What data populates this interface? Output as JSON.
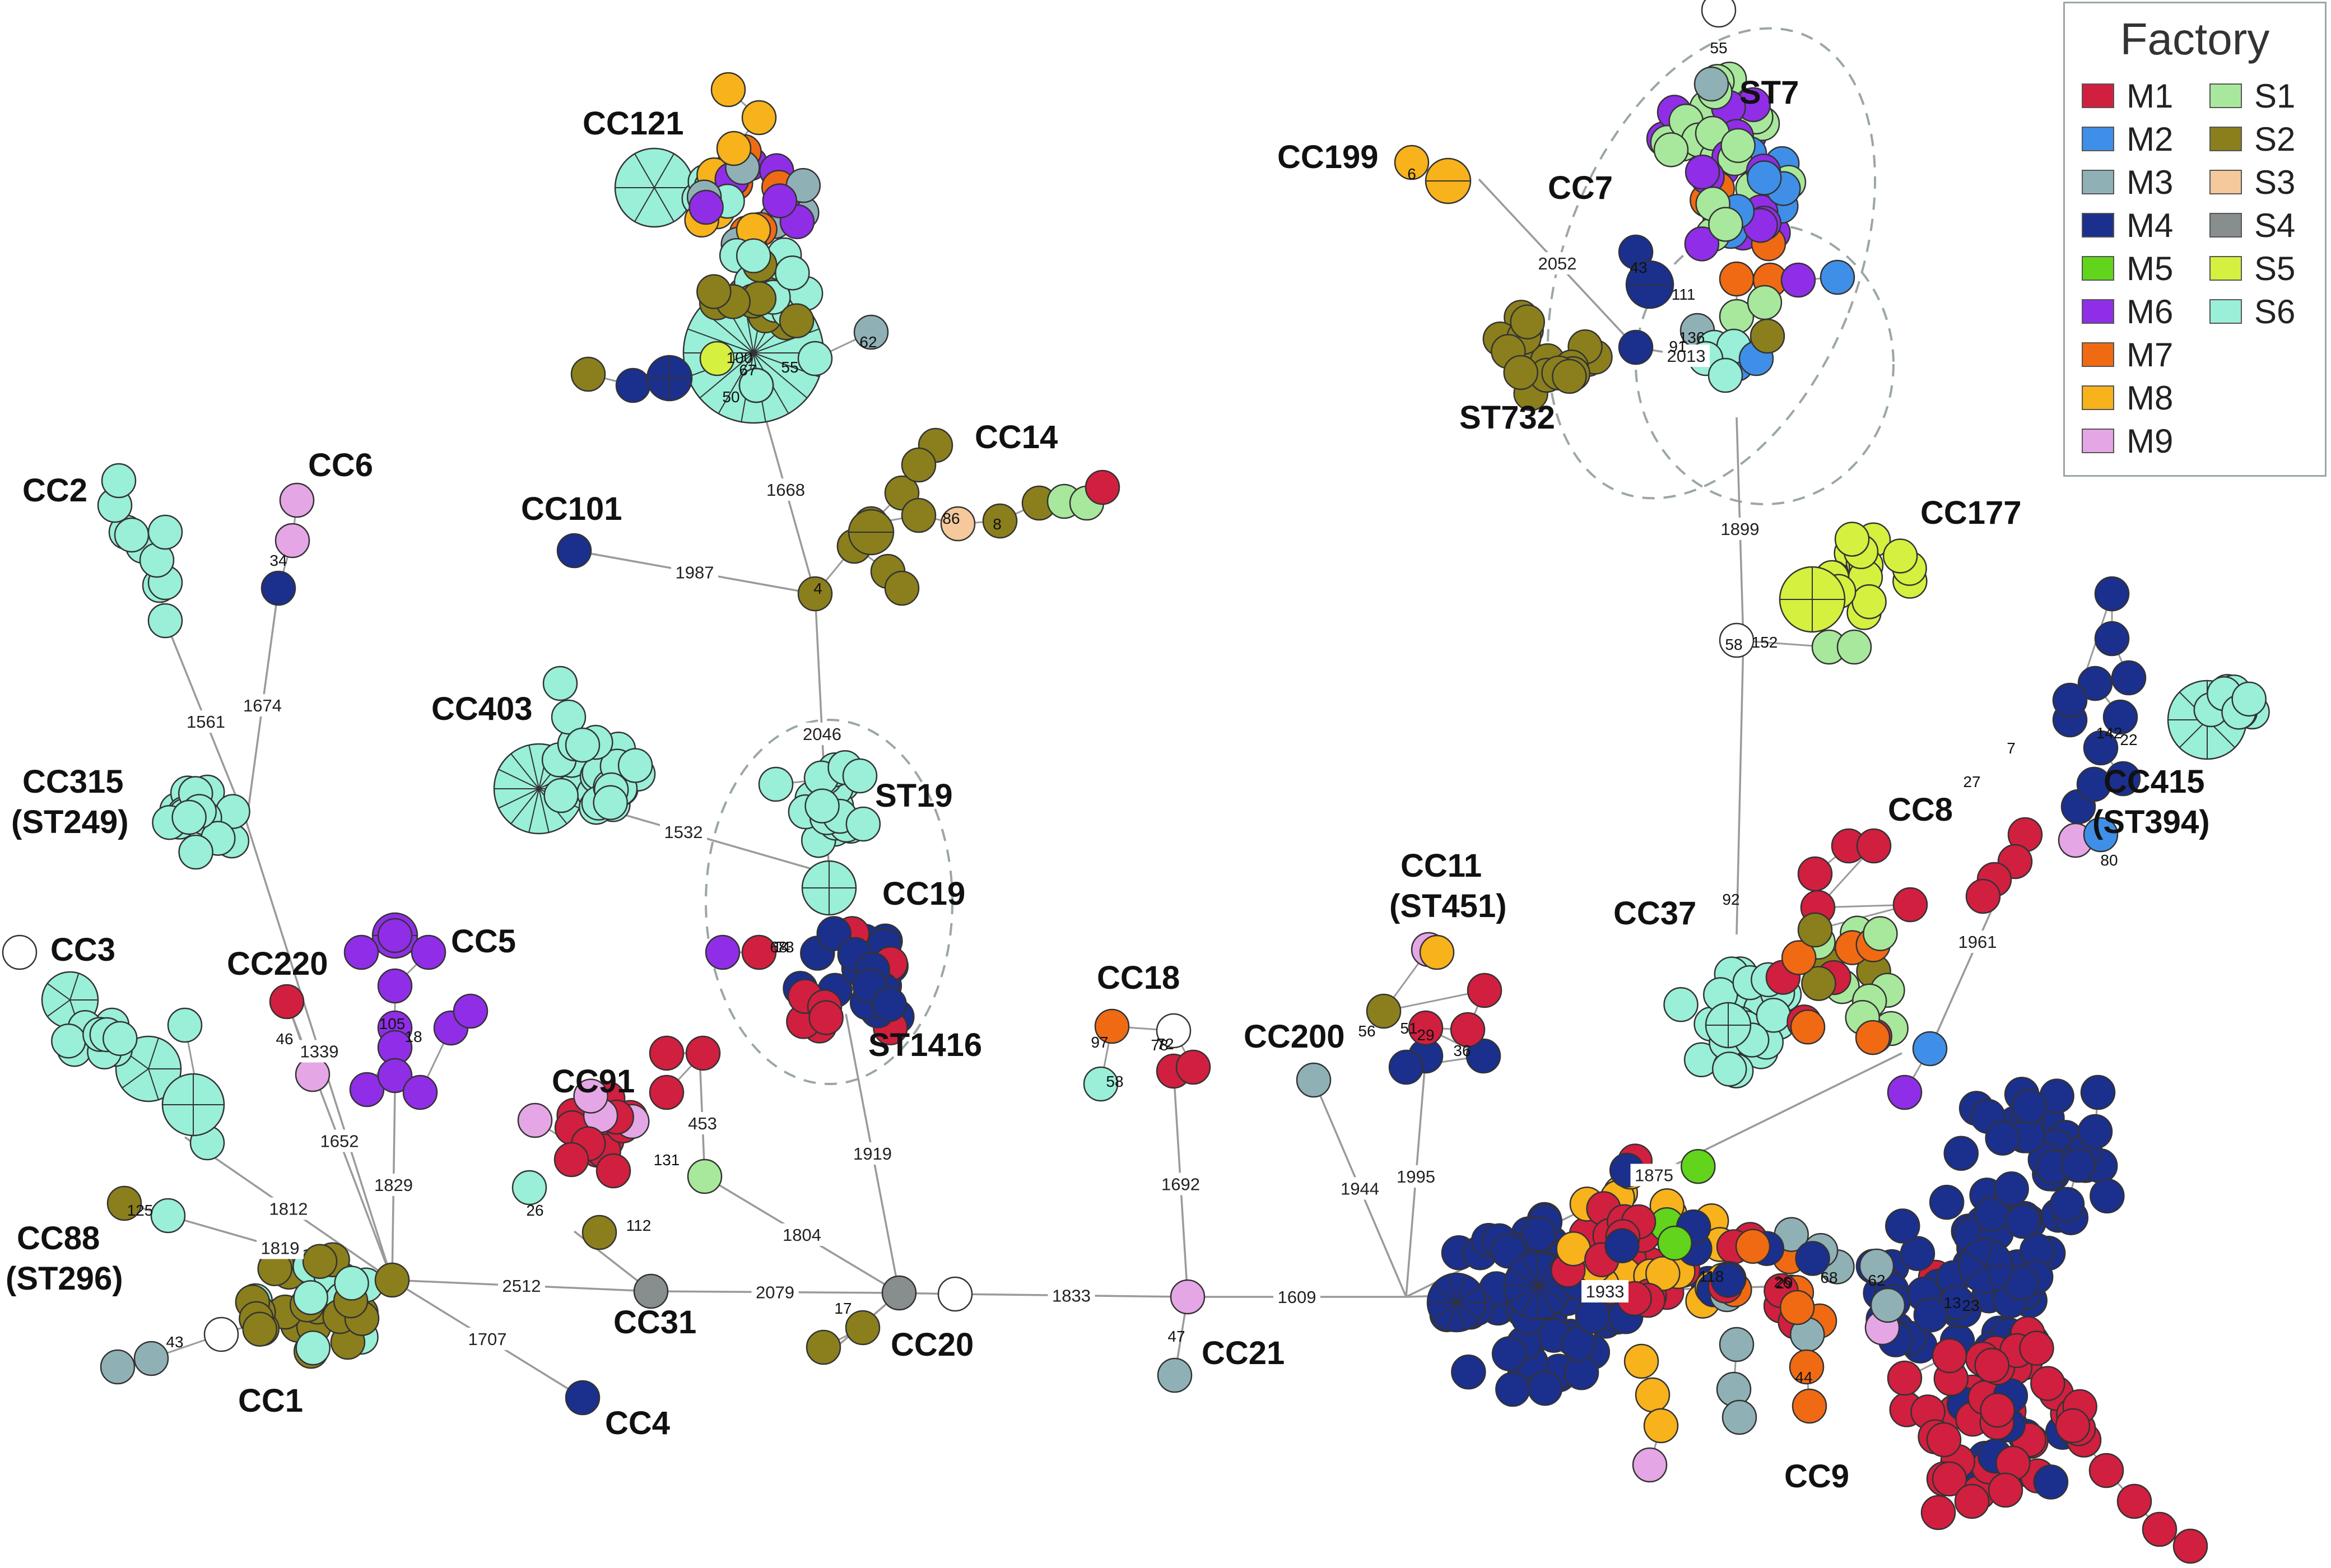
{
  "colors": {
    "M1": "#d11f3f",
    "M2": "#3f8fe8",
    "M3": "#8fb1b6",
    "M4": "#1b2f8d",
    "M5": "#62d41c",
    "M6": "#8f2ee6",
    "M7": "#f06a14",
    "M8": "#f7b21c",
    "M9": "#e5a6e6",
    "S1": "#a8e89c",
    "S2": "#8a7f1c",
    "S3": "#f5c99b",
    "S4": "#888d8e",
    "S5": "#d5f03e",
    "S6": "#99efd8",
    "white": "#ffffff",
    "edge": "#9a9a9a"
  },
  "legend": {
    "title": "Factory",
    "items": [
      {
        "label": "M1",
        "color": "#d11f3f"
      },
      {
        "label": "M2",
        "color": "#3f8fe8"
      },
      {
        "label": "M3",
        "color": "#8fb1b6"
      },
      {
        "label": "M4",
        "color": "#1b2f8d"
      },
      {
        "label": "M5",
        "color": "#62d41c"
      },
      {
        "label": "M6",
        "color": "#8f2ee6"
      },
      {
        "label": "M7",
        "color": "#f06a14"
      },
      {
        "label": "M8",
        "color": "#f7b21c"
      },
      {
        "label": "M9",
        "color": "#e5a6e6"
      },
      {
        "label": "S1",
        "color": "#a8e89c"
      },
      {
        "label": "S2",
        "color": "#8a7f1c"
      },
      {
        "label": "S3",
        "color": "#f5c99b"
      },
      {
        "label": "S4",
        "color": "#888d8e"
      },
      {
        "label": "S5",
        "color": "#d5f03e"
      },
      {
        "label": "S6",
        "color": "#99efd8"
      }
    ]
  },
  "clusters": [
    "CC121",
    "CC2",
    "CC6",
    "CC101",
    "CC14",
    "CC199",
    "CC7",
    "ST7",
    "ST732",
    "CC177",
    "CC403",
    "ST19",
    "CC19",
    "ST1416",
    "CC315 (ST249)",
    "CC3",
    "CC220",
    "CC5",
    "CC91",
    "CC18",
    "CC11 (ST451)",
    "CC200",
    "CC37",
    "CC8",
    "CC415 (ST394)",
    "CC88 (ST296)",
    "CC1",
    "CC31",
    "CC20",
    "CC4",
    "CC21",
    "CC9"
  ],
  "edge_labels": [
    "2052",
    "1668",
    "1987",
    "2046",
    "1561",
    "1674",
    "1339",
    "1532",
    "453",
    "2013",
    "1899",
    "1961",
    "1812",
    "1652",
    "1829",
    "1819",
    "2512",
    "2079",
    "1833",
    "1609",
    "1707",
    "1804",
    "1919",
    "1692",
    "1944",
    "1995",
    "1933",
    "1875"
  ],
  "node_labels": [
    "55",
    "6",
    "43",
    "111",
    "136",
    "91",
    "67",
    "50",
    "100",
    "55",
    "62",
    "34",
    "4",
    "8",
    "86",
    "72",
    "58",
    "152",
    "142",
    "22",
    "80",
    "27",
    "7",
    "68",
    "14",
    "73",
    "92",
    "46",
    "105",
    "18",
    "26",
    "112",
    "131",
    "97",
    "78",
    "58",
    "47",
    "118",
    "43",
    "125",
    "17",
    "56",
    "51",
    "29",
    "36",
    "44",
    "29",
    "62",
    "68",
    "26",
    "23",
    "13"
  ]
}
